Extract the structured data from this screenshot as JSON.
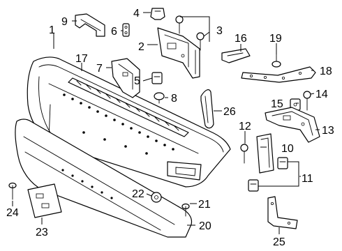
{
  "callouts": [
    "1",
    "2",
    "3",
    "4",
    "5",
    "6",
    "7",
    "8",
    "9",
    "10",
    "11",
    "12",
    "13",
    "14",
    "15",
    "16",
    "17",
    "18",
    "19",
    "20",
    "21",
    "22",
    "23",
    "24",
    "25",
    "26"
  ]
}
